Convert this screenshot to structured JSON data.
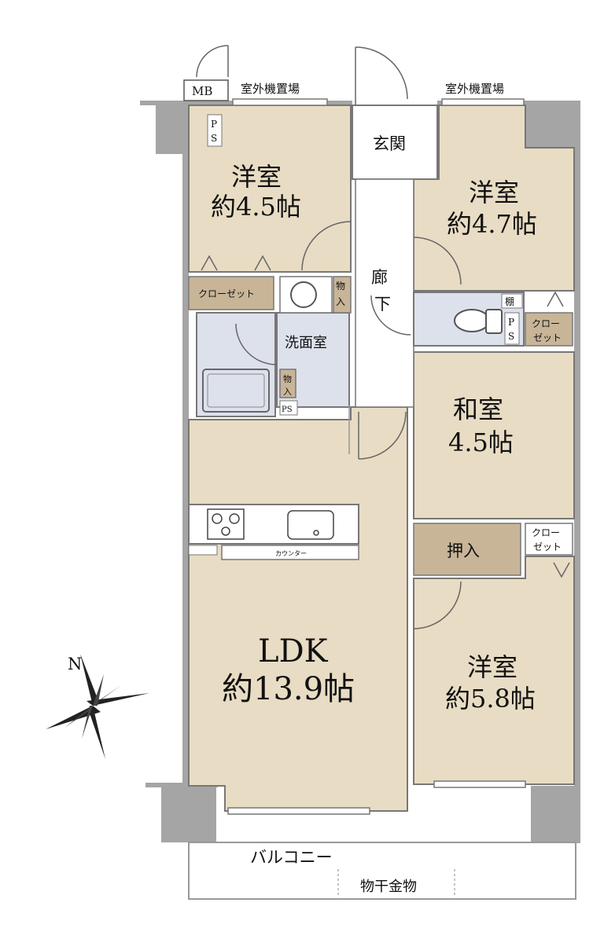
{
  "rooms": {
    "western_nw": {
      "name": "洋室",
      "size": "約4.5帖"
    },
    "western_ne": {
      "name": "洋室",
      "size": "約4.7帖"
    },
    "japanese": {
      "name": "和室",
      "size": "4.5帖"
    },
    "western_se": {
      "name": "洋室",
      "size": "約5.8帖"
    },
    "ldk": {
      "name": "LDK",
      "size": "約13.9帖"
    }
  },
  "labels": {
    "entrance": "玄関",
    "hallway_1": "廊",
    "hallway_2": "下",
    "washroom": "洗面室",
    "closet": "クローゼット",
    "closet_a": "クロー",
    "closet_b": "ゼット",
    "oshiire": "押入",
    "storage_1": "物",
    "storage_2": "入",
    "shelf": "棚",
    "ps_1": "P",
    "ps_2": "S",
    "ps": "PS",
    "mb": "MB",
    "outdoor_unit_left": "室外機置場",
    "outdoor_unit_right": "室外機置場",
    "counter": "カウンター",
    "balcony": "バルコニー",
    "laundry_hanger": "物干金物",
    "north": "N"
  },
  "colors": {
    "room_fill": "#e8dcc4",
    "wet_fill": "#dde1ec",
    "storage_fill": "#c8b598",
    "wall": "#8a8a8a",
    "pillar": "#a5a5a5"
  }
}
